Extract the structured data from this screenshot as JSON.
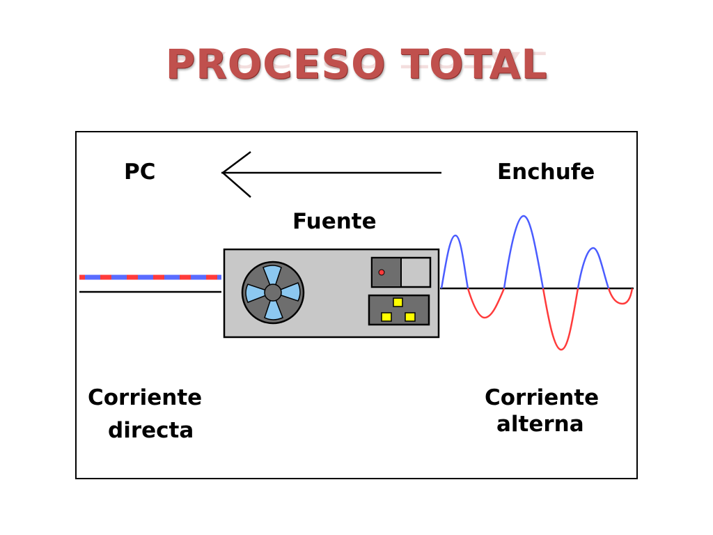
{
  "title": "PROCESO TOTAL",
  "diagram": {
    "pc_label": "PC",
    "outlet_label": "Enchufe",
    "psu_label": "Fuente",
    "dc_label_line1": "Corriente",
    "dc_label_line2": "directa",
    "ac_label_line1": "Corriente",
    "ac_label_line2": "alterna"
  },
  "colors": {
    "title": "#c0504d",
    "dc_red": "#ff3b3b",
    "dc_blue": "#5a6cff",
    "wave_positive": "#4a5cff",
    "wave_negative": "#ff3b3b",
    "psu_body": "#c8c8c8",
    "fan_blade": "#8cc8f0",
    "socket_pin": "#ffff00"
  },
  "icons": [
    "left-arrow-icon",
    "fan-icon",
    "power-switch-icon",
    "power-socket-icon"
  ]
}
